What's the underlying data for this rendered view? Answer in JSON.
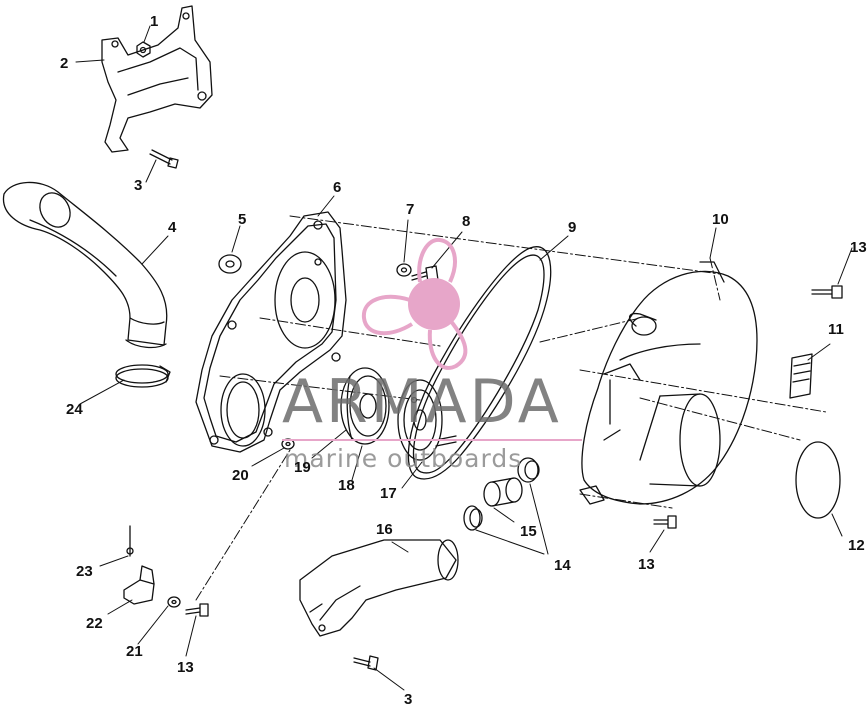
{
  "callouts": [
    {
      "id": "c1",
      "text": "1"
    },
    {
      "id": "c2",
      "text": "2"
    },
    {
      "id": "c3a",
      "text": "3"
    },
    {
      "id": "c4",
      "text": "4"
    },
    {
      "id": "c5",
      "text": "5"
    },
    {
      "id": "c6",
      "text": "6"
    },
    {
      "id": "c7",
      "text": "7"
    },
    {
      "id": "c8",
      "text": "8"
    },
    {
      "id": "c9",
      "text": "9"
    },
    {
      "id": "c10",
      "text": "10"
    },
    {
      "id": "c13a",
      "text": "13"
    },
    {
      "id": "c11",
      "text": "11"
    },
    {
      "id": "c24",
      "text": "24"
    },
    {
      "id": "c20",
      "text": "20"
    },
    {
      "id": "c19",
      "text": "19"
    },
    {
      "id": "c18",
      "text": "18"
    },
    {
      "id": "c17",
      "text": "17"
    },
    {
      "id": "c15",
      "text": "15"
    },
    {
      "id": "c14",
      "text": "14"
    },
    {
      "id": "c13b",
      "text": "13"
    },
    {
      "id": "c12",
      "text": "12"
    },
    {
      "id": "c16",
      "text": "16"
    },
    {
      "id": "c23",
      "text": "23"
    },
    {
      "id": "c22",
      "text": "22"
    },
    {
      "id": "c21",
      "text": "21"
    },
    {
      "id": "c13c",
      "text": "13"
    },
    {
      "id": "c3b",
      "text": "3"
    }
  ],
  "watermark": {
    "brand": "ARMADA",
    "tagline": "marine outboards",
    "logo_icon": "propeller-icon",
    "colors": {
      "logo": "#e7a6c9",
      "text": "#6d6d6d"
    }
  },
  "colors": {
    "line": "#111111",
    "background": "#ffffff"
  }
}
